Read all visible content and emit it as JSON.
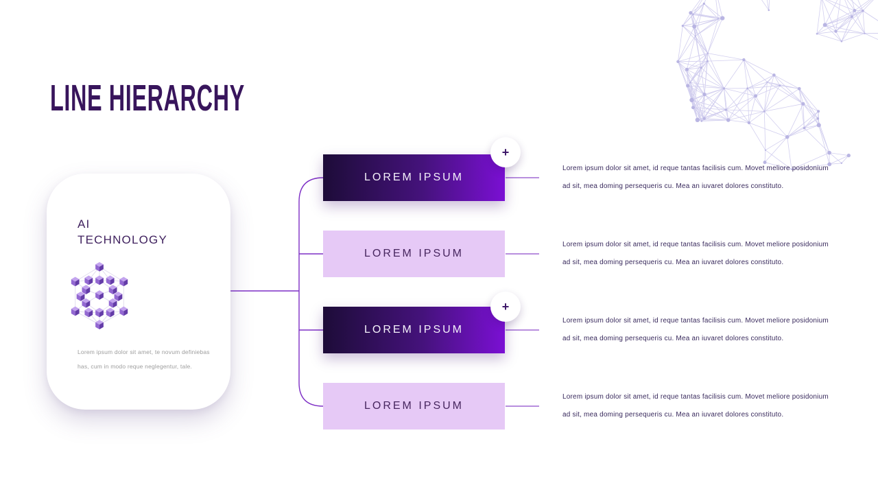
{
  "slide": {
    "title": "LINE HIERARCHY"
  },
  "card": {
    "title_line1": "AI",
    "title_line2": "TECHNOLOGY",
    "icon": "ai-network-cubes-icon",
    "description": "Lorem ipsum dolor sit amet, te novum definiebas has, cum in modo reque neglegentur, tale."
  },
  "hierarchy": {
    "plus_label": "+",
    "nodes": [
      {
        "label": "LOREM IPSUM",
        "style": "dark-gradient",
        "has_plus_button": true,
        "description": "Lorem ipsum dolor sit amet, id reque tantas facilisis cum. Movet meliore posidonium ad sit, mea doming persequeris cu. Mea an iuvaret dolores constituto."
      },
      {
        "label": "LOREM IPSUM",
        "style": "light",
        "has_plus_button": false,
        "description": "Lorem ipsum dolor sit amet, id reque tantas facilisis cum. Movet meliore posidonium ad sit, mea doming persequeris cu. Mea an iuvaret dolores constituto."
      },
      {
        "label": "LOREM IPSUM",
        "style": "dark-gradient",
        "has_plus_button": true,
        "description": "Lorem ipsum dolor sit amet, id reque tantas facilisis cum. Movet meliore posidonium ad sit, mea doming persequeris cu. Mea an iuvaret dolores constituto."
      },
      {
        "label": "LOREM IPSUM",
        "style": "light",
        "has_plus_button": false,
        "description": "Lorem ipsum dolor sit amet, id reque tantas facilisis cum. Movet meliore posidonium ad sit, mea doming persequeris cu. Mea an iuvaret dolores constituto."
      }
    ]
  },
  "icons": {
    "card_icon": "ai-network-cubes-icon",
    "plus_icon": "plus-icon",
    "top_right_decoration": "network-sphere-decoration"
  },
  "colors": {
    "title_text": "#38155c",
    "dark_node_gradient_start": "#1d0c38",
    "dark_node_gradient_end": "#7b10d4",
    "light_node_background": "#e6c9f6",
    "light_node_text": "#47265f",
    "connector_line": "#7d2ec5",
    "stub_line": "#8d4bca",
    "description_text": "#38295c",
    "card_title_text": "#40225f",
    "card_muted_text": "#9d9d9d",
    "plexus_decoration": "#b7b3e2"
  }
}
